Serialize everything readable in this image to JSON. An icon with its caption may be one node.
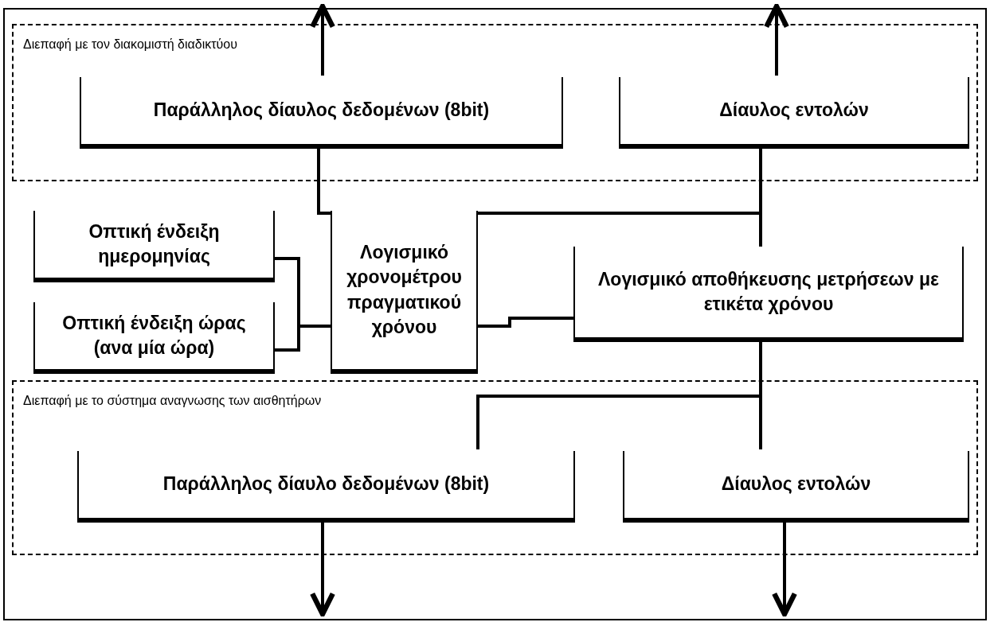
{
  "diagram": {
    "nodes": [
      {
        "text": [
          "Διεπαφή με τον διακομιστή διαδικτύου"
        ]
      },
      {
        "text": [
          "Παράλληλος δίαυλος δεδομένων (8bit)"
        ],
        "in": 0
      },
      {
        "text": [
          "Δίαυλος εντολών"
        ],
        "in": 0
      },
      {
        "text": [
          "Οπτική ένδειξη ημερομηνίας"
        ]
      },
      {
        "text": [
          "Οπτική ένδειξη ώρας (ανα μία ώρα)"
        ]
      },
      {
        "text": [
          "Λογισμικό χρονομέτρου πραγματικού χρόνου"
        ]
      },
      {
        "text": [
          "Λογισμικό αποθήκευσης μετρήσεων με ετικέτα χρόνου"
        ]
      },
      {
        "text": [
          "Διεπαφή με το σύστημα αναγνωσης των αισθητήρων"
        ]
      },
      {
        "text": [
          "Παράλληλος δίαυλο δεδομένων (8bit)"
        ],
        "in": 7
      },
      {
        "text": [
          "Δίαυλος εντολών"
        ],
        "in": 7
      }
    ],
    "edges": [
      {
        "from": 1,
        "to": null,
        "arrow": "to"
      },
      {
        "from": 2,
        "to": null,
        "arrow": "to"
      },
      {
        "from": 6,
        "to": 1,
        "arrow": "none"
      },
      {
        "from": 6,
        "to": 2,
        "arrow": "none"
      },
      {
        "from": 3,
        "to": 5,
        "arrow": "none"
      },
      {
        "from": 4,
        "to": 5,
        "arrow": "none"
      },
      {
        "from": 5,
        "to": 6,
        "arrow": "none"
      },
      {
        "from": 6,
        "to": 8,
        "arrow": "none"
      },
      {
        "from": 6,
        "to": 9,
        "arrow": "none"
      },
      {
        "from": 8,
        "to": null,
        "arrow": "to"
      },
      {
        "from": 9,
        "to": null,
        "arrow": "to"
      }
    ]
  }
}
